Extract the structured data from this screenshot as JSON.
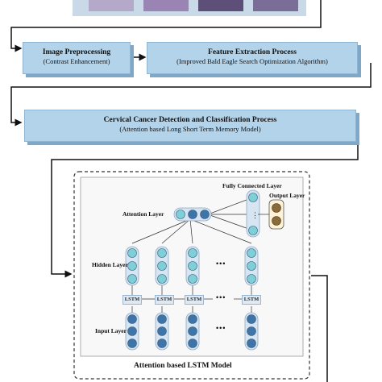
{
  "steps": {
    "preprocessing": {
      "title": "Image Preprocessing",
      "subtitle": "(Contrast Enhancement)"
    },
    "feature_extraction": {
      "title": "Feature Extraction Process",
      "subtitle": "(Improved Bald Eagle Search Optimization Algorithm)"
    },
    "detection": {
      "title": "Cervical Cancer Detection and Classification Process",
      "subtitle": "(Attention based Long Short Term Memory Model)"
    }
  },
  "model": {
    "title": "Attention based LSTM Model",
    "fully_connected_label": "Fully Connected Layer",
    "output_label": "Output Layer",
    "attention_label": "Attention Layer",
    "hidden_label": "Hidden Layer",
    "input_label": "Input Layer",
    "lstm_label": "LSTM",
    "ellipsis": "•••"
  },
  "colors": {
    "step_box": "#b3d3ea",
    "node_teal": "#7ecfd6",
    "node_blue": "#3f74a8",
    "node_brown": "#8a6b3a",
    "layer_box": "#d7e5f2"
  }
}
